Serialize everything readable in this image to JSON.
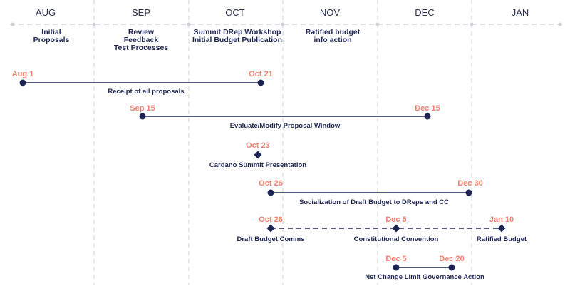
{
  "colors": {
    "navy": "#1e2552",
    "salmon": "#f08070",
    "grid": "#cfd2d8"
  },
  "months": [
    "AUG",
    "SEP",
    "OCT",
    "NOV",
    "DEC",
    "JAN"
  ],
  "phases": [
    [
      "Initial",
      "Proposals"
    ],
    [
      "Review",
      "Feedback",
      "Test Processes"
    ],
    [
      "Summit DRep Workshop",
      "Initial Budget Publication"
    ],
    [
      "Ratified budget",
      "info action"
    ]
  ],
  "rows": [
    {
      "caption": "Receipt of all proposals",
      "start_label": "Aug 1",
      "end_label": "Oct 21",
      "marker": "circle",
      "line": "solid"
    },
    {
      "caption": "Evaluate/Modify Proposal Window",
      "start_label": "Sep 15",
      "end_label": "Dec 15",
      "marker": "circle",
      "line": "solid"
    },
    {
      "caption": "Cardano Summit Presentation",
      "label": "Oct 23",
      "marker": "diamond"
    },
    {
      "caption": "Socialization of Draft Budget to DReps and CC",
      "start_label": "Oct 26",
      "end_label": "Dec 30",
      "marker": "circle",
      "line": "solid"
    },
    {
      "line": "dashed",
      "marker": "diamond",
      "points": [
        {
          "label": "Oct 26",
          "caption": "Draft Budget Comms"
        },
        {
          "label": "Dec 5",
          "caption": "Constitutional Convention"
        },
        {
          "label": "Jan 10",
          "caption": "Ratified Budget"
        }
      ]
    },
    {
      "caption": "Net Change Limit Governance Action",
      "start_label": "Dec 5",
      "end_label": "Dec 20",
      "marker": "circle",
      "line": "solid"
    }
  ]
}
